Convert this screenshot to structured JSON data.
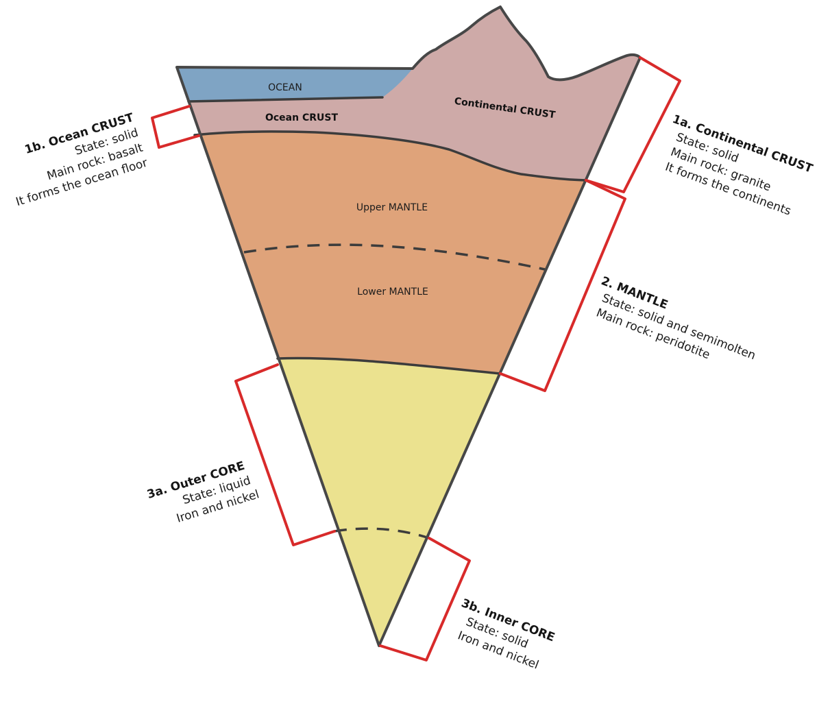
{
  "layers_inside": {
    "ocean": "OCEAN",
    "ocean_crust": "Ocean CRUST",
    "continental_crust": "Continental CRUST",
    "upper_mantle": "Upper MANTLE",
    "lower_mantle": "Lower MANTLE"
  },
  "annotations": {
    "ocean_crust": {
      "title": "1b. Ocean CRUST",
      "lines": [
        "State: solid",
        "Main rock: basalt",
        "It forms the ocean floor"
      ]
    },
    "continental_crust": {
      "title": "1a. Continental CRUST",
      "lines": [
        "State: solid",
        "Main rock: granite",
        "It forms the continents"
      ]
    },
    "mantle": {
      "title": "2. MANTLE",
      "lines": [
        "State: solid and semimolten",
        "Main rock: peridotite"
      ]
    },
    "outer_core": {
      "title": "3a. Outer CORE",
      "lines": [
        "State: liquid",
        "Iron and nickel"
      ]
    },
    "inner_core": {
      "title": "3b. Inner CORE",
      "lines": [
        "State: solid",
        "Iron and nickel"
      ]
    }
  },
  "colors": {
    "ocean": "#7fa4c4",
    "crust": "#ceaaa8",
    "mantle": "#dfa37a",
    "core": "#ebe28f",
    "outline": "#474747",
    "bracket": "#d82a2a"
  }
}
